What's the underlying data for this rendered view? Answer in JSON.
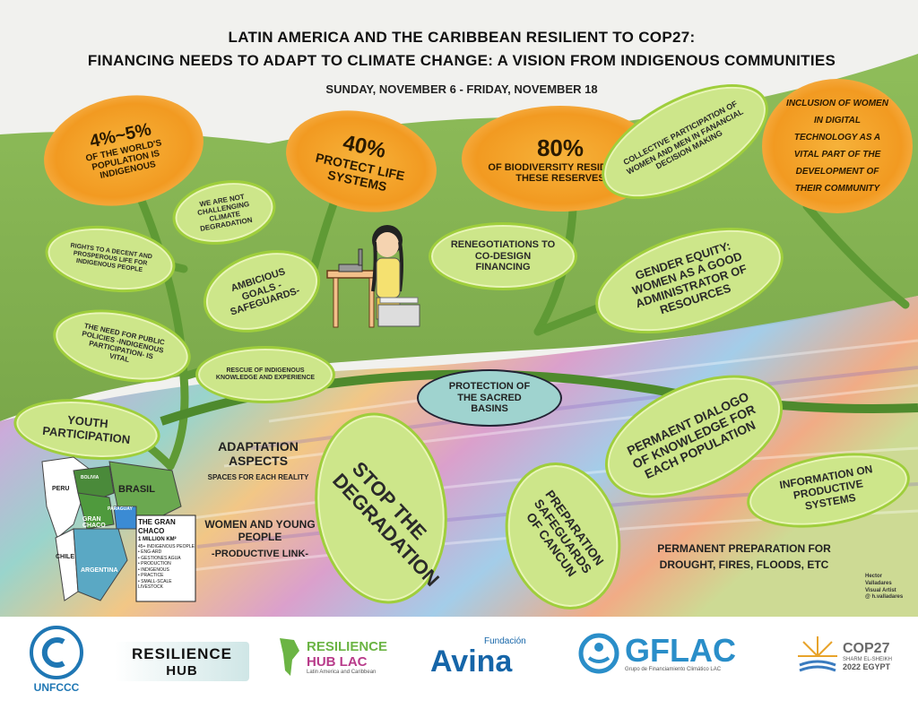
{
  "header": {
    "title_line1": "LATIN AMERICA AND THE CARIBBEAN RESILIENT TO COP27:",
    "title_line2": "FINANCING NEEDS TO ADAPT TO CLIMATE CHANGE: A VISION FROM INDIGENOUS COMMUNITIES",
    "dates": "SUNDAY, NOVEMBER 6 - FRIDAY, NOVEMBER 18"
  },
  "flowers": {
    "f1_value": "4%~5%",
    "f1_text": "OF THE WORLD'S POPULATION IS INDIGENOUS",
    "f2_value": "40%",
    "f2_text": "PROTECT LIFE SYSTEMS",
    "f3_value": "80%",
    "f3_text": "OF BIODIVERSITY RESIDES IN THESE RESERVES",
    "f4_text": "INCLUSION OF WOMEN IN DIGITAL TECHNOLOGY AS A VITAL PART OF THE DEVELOPMENT OF THEIR COMMUNITY"
  },
  "leaves": {
    "not_challenging": "WE ARE NOT CHALLENGING CLIMATE DEGRADATION",
    "rights": "RIGHTS TO A DECENT AND PROSPEROUS LIFE FOR INDIGENOUS PEOPLE",
    "ambitious": "AMBICIOUS GOALS -SAFEGUARDS-",
    "public_policies": "THE NEED FOR PUBLIC POLICIES -INDIGENOUS PARTICIPATION- IS VITAL",
    "rescue": "RESCUE OF INDIGENOUS KNOWLEDGE AND EXPERIENCE",
    "renegotiations": "RENEGOTIATIONS TO CO-DESIGN FINANCING",
    "collective": "COLLECTIVE PARTICIPATION OF WOMEN AND MEN IN FANANCIAL DECISION MAKING",
    "gender": "GENDER EQUITY: WOMEN AS A GOOD ADMINISTRATOR OF RESOURCES",
    "youth": "YOUTH PARTICIPATION",
    "protection": "PROTECTION OF THE SACRED BASINS",
    "stop": "STOP THE DEGRADATION",
    "preparation": "PREPARATION SAFEGUARDS OF CANCUN",
    "dialogo": "PERMAENT DIALOGO OF KNOWLEDGE FOR EACH POPULATION",
    "information": "INFORMATION ON PRODUCTIVE SYSTEMS"
  },
  "free_text": {
    "adaptation_title": "ADAPTATION ASPECTS",
    "adaptation_sub": "SPACES FOR EACH REALITY",
    "women_young": "WOMEN AND YOUNG PEOPLE",
    "productive_link": "-PRODUCTIVE LINK-",
    "permanent_prep": "PERMANENT PREPARATION FOR DROUGHT, FIRES, FLOODS, ETC",
    "artist_line1": "Hector",
    "artist_line2": "Valladares",
    "artist_line3": "Visual Artist",
    "artist_line4": "@ h.valladares"
  },
  "map": {
    "peru": "PERU",
    "bolivia": "BOLIVIA",
    "brasil": "BRASIL",
    "paraguay": "PARAGUAY",
    "gran_chaco": "GRAN CHACO",
    "chile": "CHILE",
    "argentina": "ARGENTINA",
    "box_title": "THE GRAN CHACO",
    "box_area": "1 MILLION KM²",
    "box_items": [
      "45+ INDIGENOUS PEOPLE",
      "• ENG-ARD",
      "• GESTIONES AGUA",
      "• PRODUCTION",
      "• INDIGENOUS",
      "• PRACTICE",
      "• SMALL-SCALE LIVESTOCK"
    ]
  },
  "footer": {
    "unfccc": "UNFCCC",
    "resilience_hub_1": "RESILIENCE",
    "resilience_hub_2": "HUB",
    "rh_lac_1": "RESILIENCE",
    "rh_lac_2": "HUB LAC",
    "rh_lac_sub": "Latin America and Caribbean",
    "avina_small": "Fundación",
    "avina": "Avina",
    "gflac": "GFLAC",
    "gflac_sub": "Grupo de Financiamiento Climático LAC",
    "cop27": "COP27",
    "cop27_sub1": "SHARM EL-SHEIKH",
    "cop27_sub2": "2022 EGYPT"
  },
  "colors": {
    "leaf_fill": "#cde68a",
    "leaf_border": "#9fce3c",
    "flower": "#f29a21",
    "basin": "#9fd3cf",
    "unfccc_blue": "#1f77b4",
    "avina_blue": "#1565a8",
    "gflac_blue": "#2a8ec9"
  }
}
